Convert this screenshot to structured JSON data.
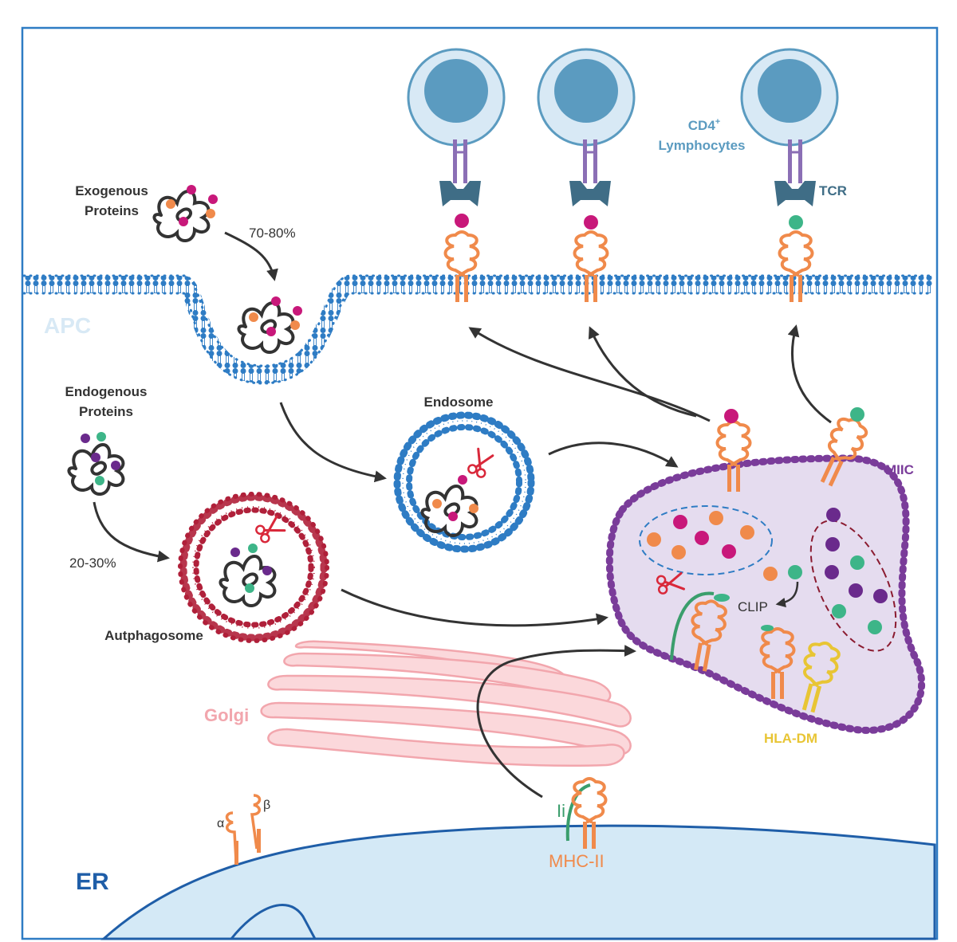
{
  "labels": {
    "exogenous_line1": "Exogenous",
    "exogenous_line2": "Proteins",
    "pct_exogenous": "70-80%",
    "apc": "APC",
    "endogenous_line1": "Endogenous",
    "endogenous_line2": "Proteins",
    "pct_endogenous": "20-30%",
    "endosome": "Endosome",
    "autophagosome": "Autphagosome",
    "cd4_line1": "CD4",
    "cd4_sup": "+",
    "cd4_line2": "Lymphocytes",
    "tcr": "TCR",
    "miic": "MIIC",
    "clip": "CLIP",
    "hla_dm": "HLA-DM",
    "golgi": "Golgi",
    "ii": "Ii",
    "mhc_ii": "MHC-II",
    "alpha": "α",
    "beta": "β",
    "er": "ER"
  },
  "colors": {
    "membrane_blue": "#2e7cc4",
    "cell_light": "#d8e9f5",
    "nucleus": "#5b9bc0",
    "mhc_orange": "#f08a4b",
    "tcr_teal": "#3f6d86",
    "cd4_purple": "#8b6fb5",
    "peptide_magenta": "#c8187a",
    "peptide_green": "#3db588",
    "peptide_purple": "#6a2a8c",
    "autophagosome_red": "#b0203a",
    "miic_purple": "#7a3c9a",
    "miic_fill": "#e5dcef",
    "golgi_pink": "#f2a6ad",
    "hla_dm_yellow": "#e8c534",
    "ii_green": "#3a9e6c",
    "er_fill": "#d4e9f6",
    "er_label": "#1f5ea8",
    "scissor_red": "#d9283a"
  },
  "icons": [
    "scissors-icon",
    "tcr-receptor-icon",
    "mhc-ii-molecule-icon"
  ]
}
